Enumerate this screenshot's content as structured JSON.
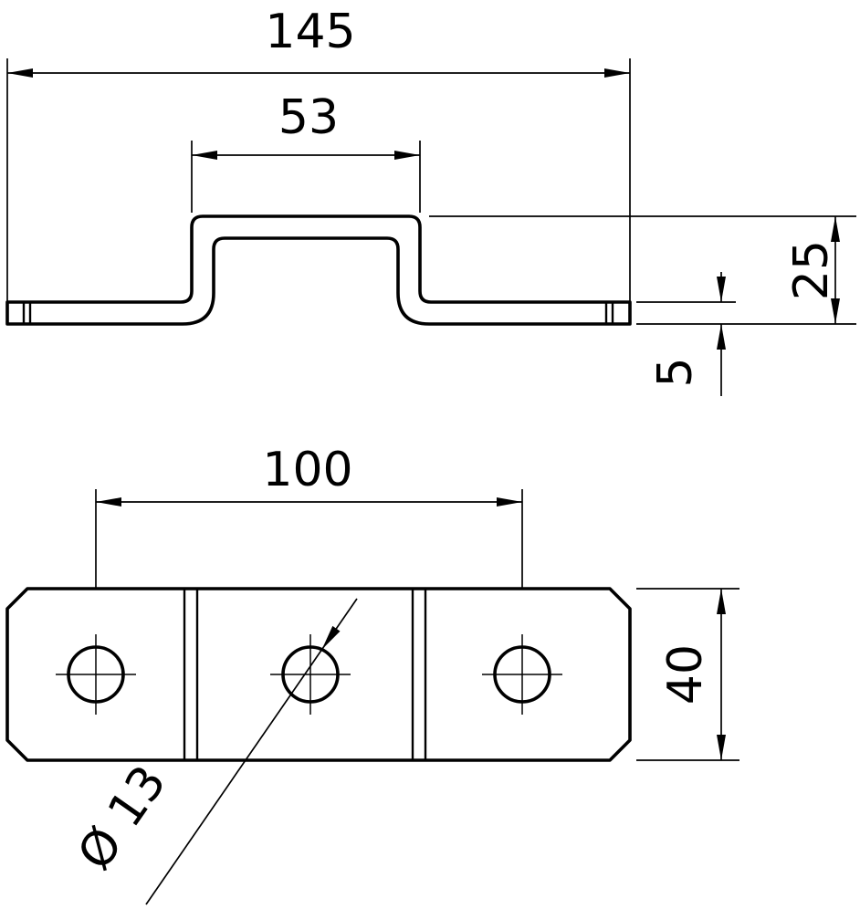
{
  "drawing": {
    "kind": "two-view technical dimension drawing",
    "views": [
      "side profile (omega / hat section)",
      "plan view with three holes"
    ],
    "line_color": "#000000",
    "background_color": "#ffffff",
    "hole_count": 3
  },
  "dims": {
    "total_width": "145",
    "hat_width": "53",
    "hat_height": "25",
    "thickness": "5",
    "hole_spacing": "100",
    "plate_depth": "40",
    "hole_diameter": "Ø 13"
  }
}
